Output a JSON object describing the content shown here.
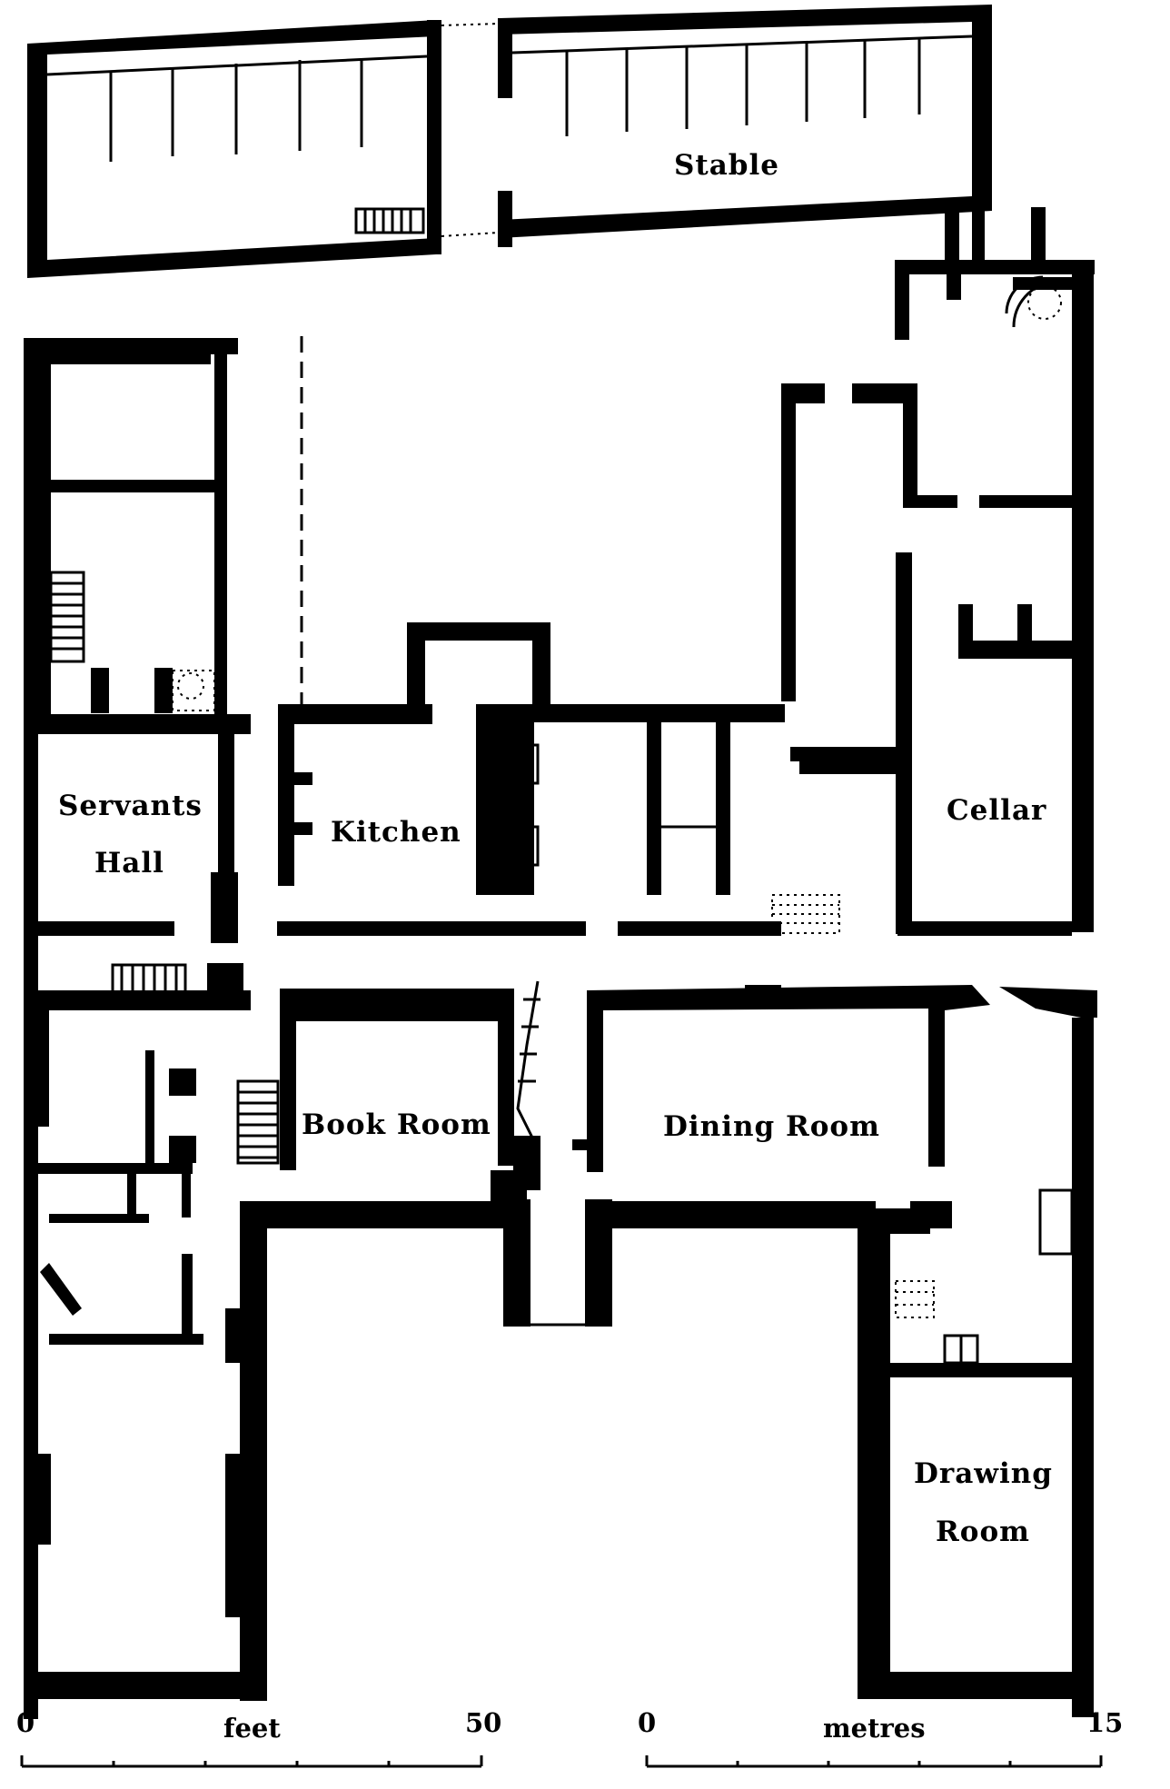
{
  "rooms": {
    "stable": "Stable",
    "servants_hall_1": "Servants",
    "servants_hall_2": "Hall",
    "kitchen": "Kitchen",
    "cellar": "Cellar",
    "book_room": "Book Room",
    "dining_room": "Dining Room",
    "drawing_room_1": "Drawing",
    "drawing_room_2": "Room"
  },
  "scale_feet": {
    "start": "0",
    "unit": "feet",
    "end": "50"
  },
  "scale_metres": {
    "start": "0",
    "unit": "metres",
    "end": "15"
  }
}
